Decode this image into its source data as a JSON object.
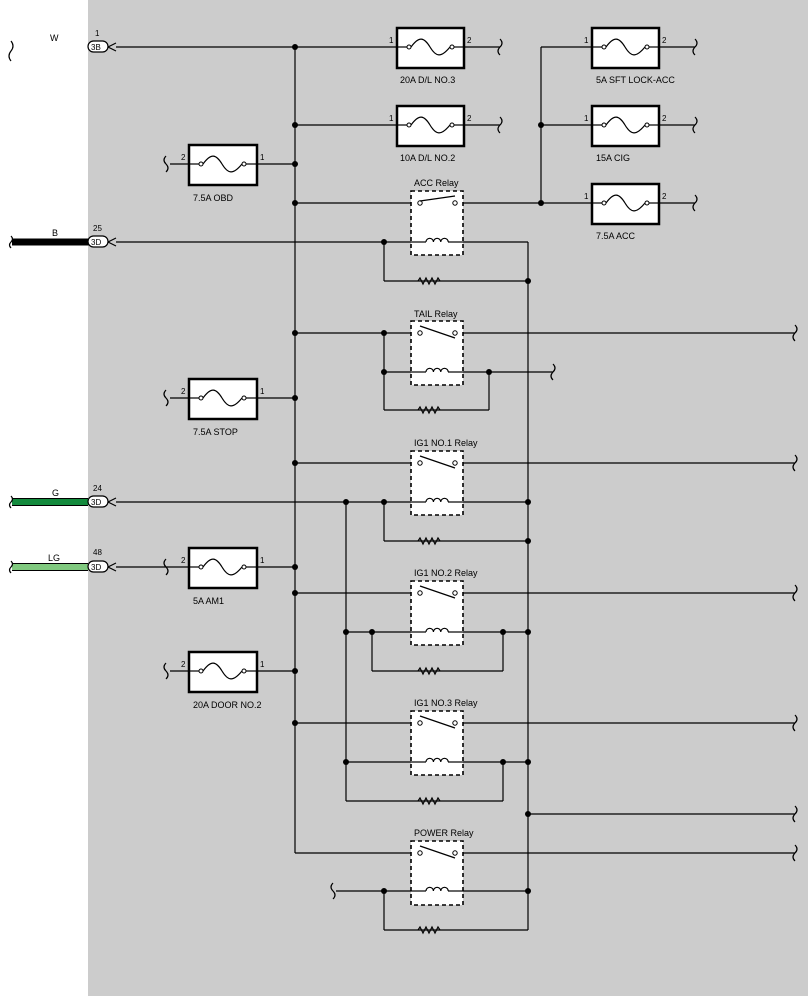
{
  "colors": {
    "panel": "#cccccc",
    "wire": "#000000",
    "W": "#ffffff",
    "B": "#000000",
    "G": "#138a3d",
    "LG": "#80c97f"
  },
  "inputs": [
    {
      "id": "w",
      "wire_color": "W",
      "pin": "1",
      "connector": "3B"
    },
    {
      "id": "b",
      "wire_color": "B",
      "pin": "25",
      "connector": "3D"
    },
    {
      "id": "g",
      "wire_color": "G",
      "pin": "24",
      "connector": "3D"
    },
    {
      "id": "lg",
      "wire_color": "LG",
      "pin": "48",
      "connector": "3D"
    }
  ],
  "fuses": [
    {
      "id": "dl3",
      "label": "20A D/L NO.3",
      "pin_left": "1",
      "pin_right": "2"
    },
    {
      "id": "dl2",
      "label": "10A D/L NO.2",
      "pin_left": "1",
      "pin_right": "2"
    },
    {
      "id": "obd",
      "label": "7.5A OBD",
      "pin_left": "2",
      "pin_right": "1"
    },
    {
      "id": "sft",
      "label": "5A SFT LOCK-ACC",
      "pin_left": "1",
      "pin_right": "2"
    },
    {
      "id": "cig",
      "label": "15A CIG",
      "pin_left": "1",
      "pin_right": "2"
    },
    {
      "id": "acc",
      "label": "7.5A ACC",
      "pin_left": "1",
      "pin_right": "2"
    },
    {
      "id": "stop",
      "label": "7.5A STOP",
      "pin_left": "2",
      "pin_right": "1"
    },
    {
      "id": "am1",
      "label": "5A AM1",
      "pin_left": "2",
      "pin_right": "1"
    },
    {
      "id": "door",
      "label": "20A DOOR NO.2",
      "pin_left": "2",
      "pin_right": "1"
    }
  ],
  "relays": [
    {
      "id": "acc_relay",
      "label": "ACC Relay"
    },
    {
      "id": "tail_relay",
      "label": "TAIL Relay"
    },
    {
      "id": "ig1_1_relay",
      "label": "IG1 NO.1 Relay"
    },
    {
      "id": "ig1_2_relay",
      "label": "IG1 NO.2 Relay"
    },
    {
      "id": "ig1_3_relay",
      "label": "IG1 NO.3 Relay"
    },
    {
      "id": "power_relay",
      "label": "POWER Relay"
    }
  ]
}
